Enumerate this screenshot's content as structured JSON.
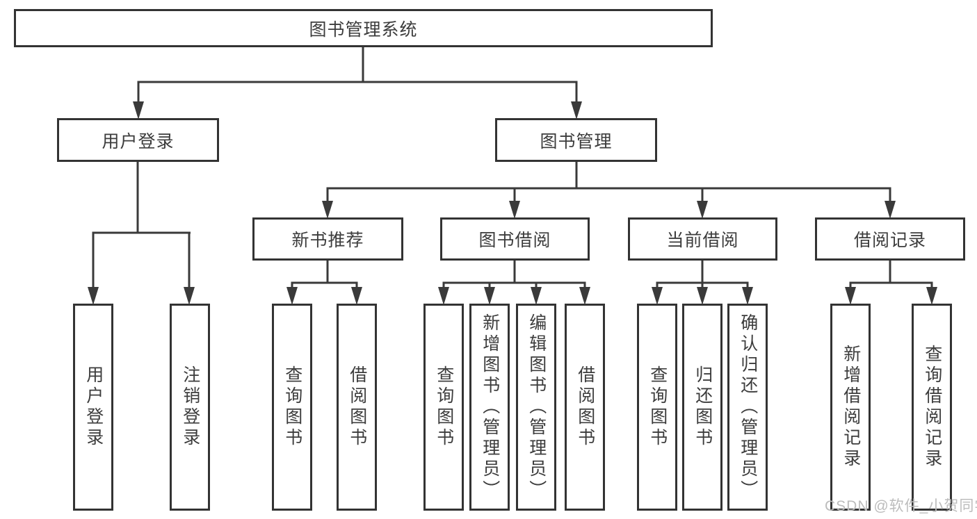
{
  "page": {
    "background": "#ffffff"
  },
  "colors": {
    "line": "#3a3a3a",
    "box_border": "#333333",
    "text": "#3c3c3c",
    "watermark": "#bcbcbc"
  },
  "watermark": {
    "text": "CSDN @软件_小贺同学"
  },
  "chart_data": {
    "type": "tree-diagram",
    "title": "图书管理系统"
  },
  "tree": {
    "root": "图书管理系统",
    "branches": [
      {
        "label": "用户登录",
        "children": [
          "用户登录",
          "注销登录"
        ]
      },
      {
        "label": "图书管理",
        "groups": [
          {
            "label": "新书推荐",
            "children": [
              "查询图书",
              "借阅图书"
            ]
          },
          {
            "label": "图书借阅",
            "children": [
              "查询图书",
              "新增图书（管理员）",
              "编辑图书（管理员）",
              "借阅图书"
            ]
          },
          {
            "label": "当前借阅",
            "children": [
              "查询图书",
              "归还图书",
              "确认归还（管理员）"
            ]
          },
          {
            "label": "借阅记录",
            "children": [
              "新增借阅记录",
              "查询借阅记录"
            ]
          }
        ]
      }
    ]
  }
}
